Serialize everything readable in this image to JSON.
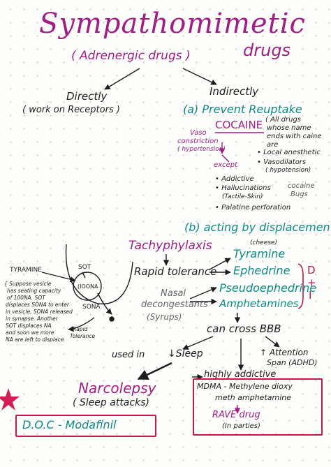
{
  "title": "Sympathomimetic",
  "title_suffix": "drugs",
  "subtitle": "( Adrenergic drugs )",
  "branches": {
    "direct": {
      "label": "Directly",
      "note": "( work on Receptors )"
    },
    "indirect": {
      "label": "Indirectly"
    }
  },
  "reuptake": {
    "heading": "(a) Prevent Reuptake",
    "cocaine": "COCAINE",
    "cocaine_notes": [
      "( All drugs",
      "whose name",
      "ends with caine",
      "are"
    ],
    "local_anesthetic": "• Local anesthetic",
    "vasodilators": "• Vasodilators",
    "hypotension": "( hypotension)",
    "vaso_constriction": [
      "Vaso",
      "constriction",
      "( hypertension)"
    ],
    "except": "except",
    "effects": [
      "• Addictive",
      "• Hallucinations",
      "(Tactile-Skin)",
      "• Palatine perforation"
    ],
    "cocaine_bugs": [
      "cocaine",
      "Bugs"
    ]
  },
  "displacement": {
    "heading": "(b) acting by displacement",
    "cheese": "(cheese)",
    "drugs": [
      "Tyramine",
      "Ephedrine",
      "Pseudoephedrine",
      "Amphetamines"
    ],
    "bracket_label": [
      "D",
      "+",
      "I"
    ],
    "tachyphylaxis": "Tachyphylaxis",
    "rapid_tolerance": "Rapid tolerance",
    "nasal_decongestants": [
      "Nasal",
      "decongestants",
      "(Syrups)"
    ],
    "cross_bbb": "can cross BBB",
    "used_in": "used in",
    "sleep": "↓Sleep",
    "attention_span": [
      "↑ Attention",
      "Span (ADHD)"
    ],
    "highly_addictive": "highly addictive"
  },
  "narcolepsy": {
    "label": "Narcolepsy",
    "note": "( Sleep attacks)",
    "doc": "D.O.C - Modafinil"
  },
  "mdma": {
    "line1": "MDMA - Methylene dioxy",
    "line2": "meth amphetamine",
    "rave": "RAVE drug",
    "rave_note": "(In parties)"
  },
  "diagram": {
    "tyramine": "TYRAMINE",
    "sot": "SOT",
    "vesicle": "(IOONA",
    "sona": "SONA",
    "notes": [
      "{ Suppose vesicle",
      "has seating capacity",
      "of 100NA. SOT",
      "displaces SONA to enter",
      "in vesicle, SONA released",
      "in synapse. Another",
      "SOT displaces NA",
      "and soon we more",
      "NA are left to displace"
    ],
    "rapid_tolerance": [
      "Rapid",
      "Tolerance"
    ]
  },
  "colors": {
    "pink": "#a01f86",
    "teal": "#0e8a86",
    "red": "#c4184f",
    "ink": "#1d1d1d"
  }
}
